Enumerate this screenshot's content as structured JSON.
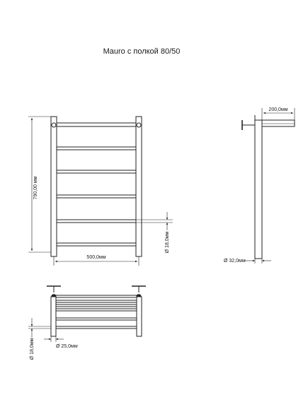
{
  "title": "Mauro с полкой 80/50",
  "dimensions": {
    "height": "790,00 мм",
    "width": "500,0мм",
    "tube_side": "Ø 18,0мм",
    "shelf_depth": "200,0мм",
    "post_diameter": "Ø 32,0мм",
    "bottom_tube": "Ø 18,0мм",
    "bottom_offset": "Ø 25,0мм"
  }
}
